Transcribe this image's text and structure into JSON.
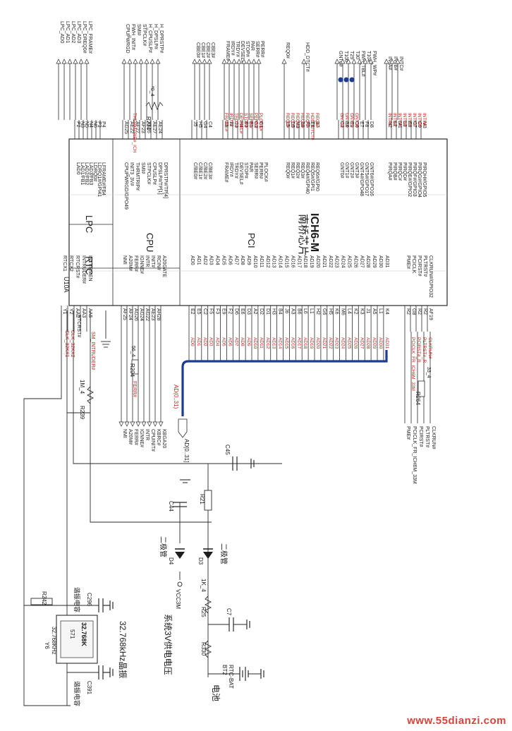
{
  "lpc": {
    "block_label": "LPC",
    "pins": [
      "LAD0",
      "LAD1/FB1",
      "LAD2/FB2",
      "LAD3/FB3",
      "LDRQ0#",
      "LDRQ1#/GPI41",
      "LFRAME#/FB4"
    ],
    "balls": [
      "P2",
      "N3",
      "N5",
      "N4",
      "N6",
      "P3",
      "P4"
    ],
    "nets_top": [
      "LPC_AD0",
      "LPC_AD1",
      "LPC_AD2",
      "LPC_AD3",
      "LPC_DREQ0#",
      "LPC_FRAME#"
    ]
  },
  "cpu": {
    "block_label": "CPU",
    "pins_top": [
      "CPUPWRGD/GPO49",
      "INIT3_3V#",
      "THRMTRIP#",
      "SMI#",
      "STPCLK#",
      "CPUSLP#",
      "DPSLP#/TP[1]",
      "DPRSTP#/TP[4]"
    ],
    "balls_top": [
      "AG25",
      "AE22",
      "AF27",
      "AF23",
      "AF26",
      "AE27",
      "AE24"
    ],
    "nets_top": [
      "CPUPWRGD",
      "FWH_INIT#",
      "SMI#",
      "STPCLK#",
      "H_CPUSLP#",
      "H_DPSLP#",
      "H_DPRSTP#"
    ],
    "red_top": [
      "THERMTRIP#_ICH"
    ],
    "r_top_label": "R234",
    "r_top_value": "*0_4",
    "pins_bot": [
      "NMI",
      "A20M#",
      "FERR#",
      "IGNNE#",
      "INTR",
      "INIT#",
      "RCIN#",
      "A20GATE"
    ],
    "balls_bot": [
      "AF25",
      "AF24",
      "AG26",
      "AG24",
      "AG22",
      "AE23",
      "AH28"
    ],
    "nets_bot": [
      "NMI",
      "A20M#",
      "FERR#",
      "IGNNE#",
      "INTR",
      "CPUINIT#",
      "KBRC#",
      "KBGA20"
    ],
    "red_bot": [
      "FERR#"
    ],
    "r_bot_label": "R204",
    "r_bot_value": "56_4"
  },
  "rtc": {
    "block_label": "RTC",
    "pins": [
      "RTCX1",
      "RTCX2",
      "RTCRST#",
      "INTRUDER#",
      "INTVRMEN"
    ],
    "balls": [
      "Y1",
      "Y2",
      "AA2",
      "AA3",
      "AA5"
    ],
    "nets": [
      "RTCRST#"
    ],
    "red": [
      "CLK_32KX1",
      "CLK_32KX2",
      "SM_INTRUDER#"
    ]
  },
  "part": {
    "ref": "U10A"
  },
  "pci": {
    "block_label": "PCI",
    "pins_cbe": [
      "C/BE0#",
      "C/BE1#",
      "C/BE2#",
      "C/BE3#"
    ],
    "balls_cbe": [
      "J5",
      "H5",
      "G4",
      "C4"
    ],
    "nets_cbe": [
      "CBE0#",
      "CBE1#",
      "CBE2#",
      "CBE3#"
    ],
    "pins_ctl": [
      "FRAME#",
      "IRDY#",
      "TRDY#",
      "DEVSEL#",
      "STOP#",
      "PAR",
      "SERR#",
      "PERR#",
      "PLOCK#"
    ],
    "balls_ctl": [
      "J3",
      "J2",
      "C3",
      "H4",
      "E3",
      "E1",
      "G2",
      "G1"
    ],
    "nets_ctl": [
      "FRAME#",
      "IRDY#",
      "TRDY#",
      "DEVSEL#",
      "STOP#",
      "PAR",
      "SERR#",
      "PERR#"
    ],
    "red_ctl": [
      "FRAME#",
      "IRDY#",
      "TRDY#",
      "DEVSEL#",
      "STOP#",
      "SERR#",
      "PERR#",
      "PLOCK#"
    ],
    "pins_req": [
      "REQ0#",
      "REQ1#",
      "REQ2#",
      "REQ3#",
      "REQ4#/GPI40",
      "REQ5#/GPI1",
      "REQ6#/GPI0"
    ],
    "balls_req": [
      "L5",
      "D5",
      "M3",
      "B8",
      "F7",
      "E8",
      "B7"
    ],
    "nets_req": [
      "REQ0#",
      "HDD_DTCT#"
    ],
    "red_req": [
      "REQ0#",
      "REQ1#",
      "REQ2#",
      "REQ3#",
      "REQ4#",
      "HDD_DTCT#",
      "REQ6#"
    ],
    "pins_gnt": [
      "GNT0#",
      "GNT1#",
      "GNT2#",
      "GNT3#",
      "GNT4#/GPO48",
      "GNT5#/GPO17",
      "GNT6#/GPO16"
    ],
    "balls_gnt": [
      "C2",
      "B6",
      "E1",
      "C6",
      "E7",
      "F8",
      "D8"
    ],
    "nets_gnt": [
      "GNT0#",
      "T106",
      "T29",
      "T30",
      "FWH_TBL#",
      "T104",
      "FWH_WP#"
    ],
    "red_gnt": [
      "GNT0#",
      "GNT1#",
      "GNT2#",
      "GNT3#"
    ],
    "pins_pirq": [
      "PIRQA#",
      "PIRQB#",
      "PIRQC#",
      "PIRQD#",
      "PIRQE#/GPIO2",
      "PIRQF#/GPIO3",
      "PIRQG#/GPIO4",
      "PIRQH#/GPIO5"
    ],
    "balls_pirq": [
      "N2",
      "L2",
      "M1",
      "L3",
      "E9",
      "C7",
      "C9",
      "M3"
    ],
    "nets_pirq": [
      "INTA#",
      "INTB#",
      "INTC#"
    ],
    "red_pirq": [
      "INTA#",
      "INTB#",
      "INTC#",
      "INTD#",
      "INTE#",
      "INTF#",
      "INTG#",
      "INTH#"
    ],
    "ad_pins": [
      "AD0",
      "AD1",
      "AD2",
      "AD3",
      "AD4",
      "AD5",
      "AD6",
      "AD7",
      "AD8",
      "AD9",
      "AD10",
      "AD11",
      "AD12",
      "AD13",
      "AD14",
      "AD15",
      "AD16",
      "AD17",
      "AD18",
      "AD19",
      "AD20",
      "AD21",
      "AD22",
      "AD23",
      "AD24",
      "AD25",
      "AD26",
      "AD27",
      "AD28",
      "AD29",
      "AD30",
      "AD31"
    ],
    "ad_balls": [
      "E2",
      "E5",
      "C2",
      "F5",
      "F3",
      "E9",
      "F2",
      "D6",
      "E6",
      "D3",
      "A2",
      "D2",
      "D1",
      "H3",
      "B4",
      "J6",
      "A3",
      "B6",
      "L6",
      "L1",
      "H2",
      "G6",
      "H5",
      "K6",
      "M6",
      "L4",
      "K2",
      "K3",
      "J1",
      "A5",
      "L1",
      "K4"
    ],
    "ad_bus": "AD[0..31]",
    "ad_bus_label": "AD(0..31)",
    "misc_pins": [
      "PME#",
      "PCICLK",
      "PCIRST#",
      "PLTRST#",
      "CLKRUN#/GPIO32"
    ],
    "misc_balls": [
      "R2",
      "G8",
      "R2",
      "R2",
      "AF19"
    ],
    "misc_nets": [
      "PME#",
      "PCICLK_FR_ICH6M_33M",
      "PCIRST#",
      "PLTRST#",
      "CLKRUN#"
    ],
    "misc_red": [
      "PCICLK_FR_ICH6M_33M",
      "PCIRST#_R",
      "PLTRST#_R",
      "CLKRUN#"
    ],
    "r_misc_label": "R264",
    "r_misc_value": "33_4"
  },
  "chip": {
    "name_cn": "南桥芯片",
    "name": "ICH6-M"
  },
  "components": {
    "r242": "R242",
    "c296": "C296",
    "c296_note": "谐振电容",
    "crystal_ref": "Y6",
    "crystal_freq": "32.768KHz",
    "crystal_mark1": "32.768K",
    "crystal_mark2": "571",
    "crystal_note": "32.768kHz晶振",
    "c391": "C391",
    "c391_note": "谐振电容",
    "r239": "R239",
    "r239_value": "1M_4",
    "c45": "C45",
    "c44": "C44",
    "r21": "R21",
    "d4": "D4",
    "d4_note": "二极管",
    "d3": "D3",
    "d3_note": "二极管",
    "vcc3m": "VCC3M",
    "supply_note": "系统3V供电电压",
    "r25": "R25",
    "r25_value": "1K_4",
    "c7": "C7",
    "r330": "R330",
    "bt2": "BT2",
    "batt_net": "RTC-BAT",
    "batt_note": "电池"
  },
  "watermark": "www.55dianzi.com"
}
